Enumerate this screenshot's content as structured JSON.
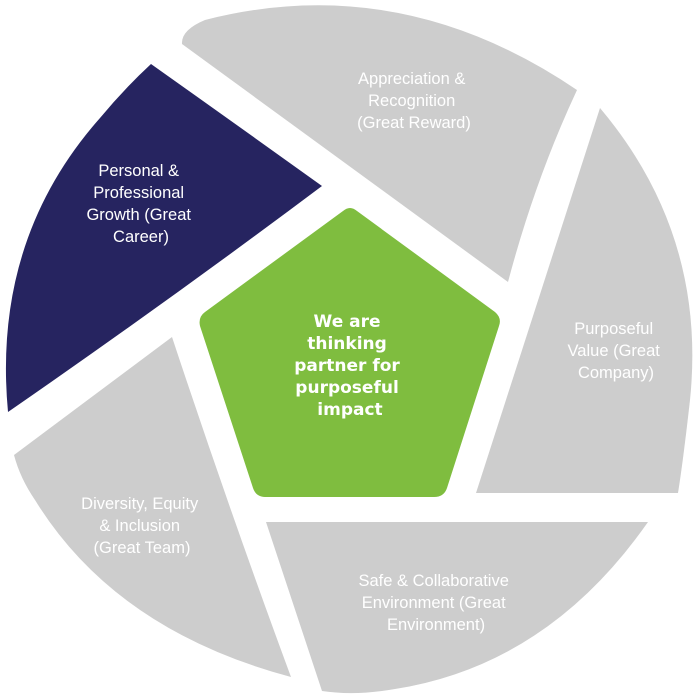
{
  "diagram": {
    "colors": {
      "segment": "#cdcdcd",
      "segment_text": "#ffffff",
      "highlight": "#262460",
      "highlight_text": "#ffffff",
      "center": "#7fbd3f",
      "center_text": "#ffffff"
    },
    "center": {
      "lines": [
        "We are",
        "thinking",
        "partner for",
        "purposeful",
        "impact"
      ]
    },
    "segments": [
      {
        "id": "appreciation",
        "lines": [
          "Appreciation &",
          "Recognition",
          "(Great Reward)"
        ],
        "highlighted": false
      },
      {
        "id": "purposeful-value",
        "lines": [
          "Purposeful",
          "Value (Great",
          "Company)"
        ],
        "highlighted": false
      },
      {
        "id": "safe-collaborative",
        "lines": [
          "Safe & Collaborative",
          "Environment (Great",
          "Environment)"
        ],
        "highlighted": false
      },
      {
        "id": "diversity",
        "lines": [
          "Diversity, Equity",
          "& Inclusion",
          "(Great Team)"
        ],
        "highlighted": false
      },
      {
        "id": "personal-growth",
        "lines": [
          "Personal &",
          "Professional",
          "Growth (Great",
          "Career)"
        ],
        "highlighted": true
      }
    ]
  }
}
